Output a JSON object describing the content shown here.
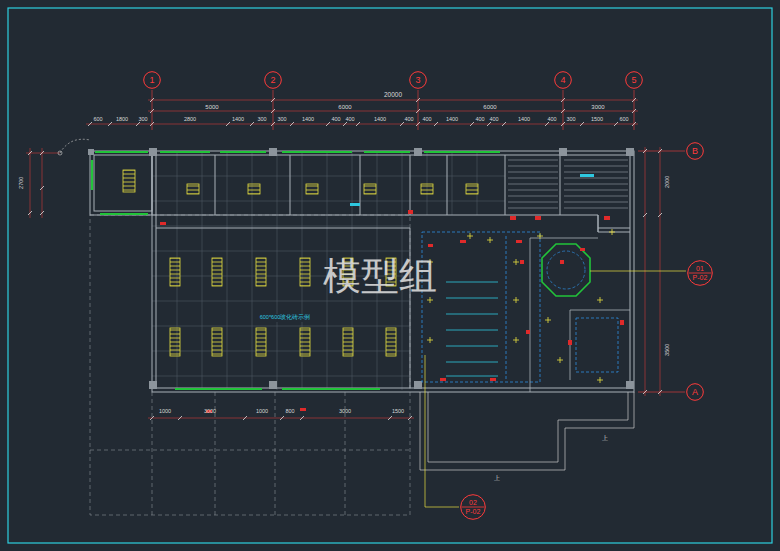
{
  "diagram": {
    "nodes": [
      {
        "text": [
          "1"
        ]
      },
      {
        "text": [
          "2"
        ]
      },
      {
        "text": [
          "3"
        ]
      },
      {
        "text": [
          "4"
        ]
      },
      {
        "text": [
          "5"
        ]
      },
      {
        "text": [
          "B"
        ]
      },
      {
        "text": [
          "A"
        ]
      },
      {
        "text": [
          "01",
          "P-02"
        ]
      },
      {
        "text": [
          "02",
          "P-02"
        ]
      }
    ],
    "labels": [
      "20000",
      "5000",
      "6000",
      "6000",
      "3000",
      "600",
      "1800",
      "300",
      "2800",
      "1400",
      "300",
      "300",
      "1400",
      "400",
      "400",
      "1400",
      "400",
      "400",
      "1400",
      "400",
      "400",
      "1400",
      "400",
      "300",
      "1500",
      "600",
      "1000",
      "3000",
      "1000",
      "800",
      "3000",
      "1500",
      "2000",
      "3500",
      "2700",
      "600*600玻化砖示例",
      "上",
      "上",
      "模型组"
    ]
  }
}
